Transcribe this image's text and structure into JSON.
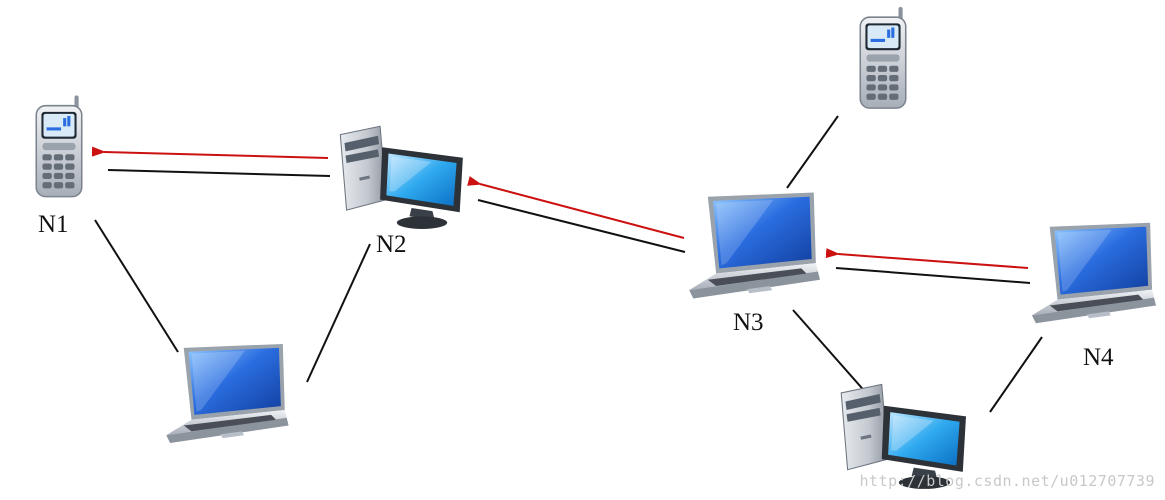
{
  "diagram": {
    "nodes": [
      {
        "id": "n1",
        "label": "N1",
        "device": "phone-icon"
      },
      {
        "id": "n2",
        "label": "N2",
        "device": "desktop-icon"
      },
      {
        "id": "n3",
        "label": "N3",
        "device": "laptop-icon"
      },
      {
        "id": "n4",
        "label": "N4",
        "device": "laptop-icon"
      },
      {
        "id": "phone-top",
        "label": "",
        "device": "phone-icon"
      },
      {
        "id": "laptop-bottom-left",
        "label": "",
        "device": "laptop-icon"
      },
      {
        "id": "desktop-bottom-right",
        "label": "",
        "device": "desktop-icon"
      }
    ],
    "links": [
      {
        "from": "n1",
        "to": "n2"
      },
      {
        "from": "n2",
        "to": "n3"
      },
      {
        "from": "n3",
        "to": "n4"
      },
      {
        "from": "n1",
        "to": "laptop-bottom-left"
      },
      {
        "from": "n2",
        "to": "laptop-bottom-left"
      },
      {
        "from": "n3",
        "to": "phone-top"
      },
      {
        "from": "n3",
        "to": "desktop-bottom-right"
      },
      {
        "from": "n4",
        "to": "desktop-bottom-right"
      }
    ],
    "route_arrows": [
      {
        "from": "n2",
        "to": "n1"
      },
      {
        "from": "n3",
        "to": "n2"
      },
      {
        "from": "n4",
        "to": "n3"
      }
    ],
    "colors": {
      "link": "#111111",
      "route": "#cc1111",
      "screen": "#2a6de0",
      "screen_light": "#6fb0ff",
      "body": "#c9ced6",
      "body_dark": "#7c8590",
      "keyboard": "#4a4f57"
    }
  },
  "watermark": "http://blog.csdn.net/u012707739"
}
